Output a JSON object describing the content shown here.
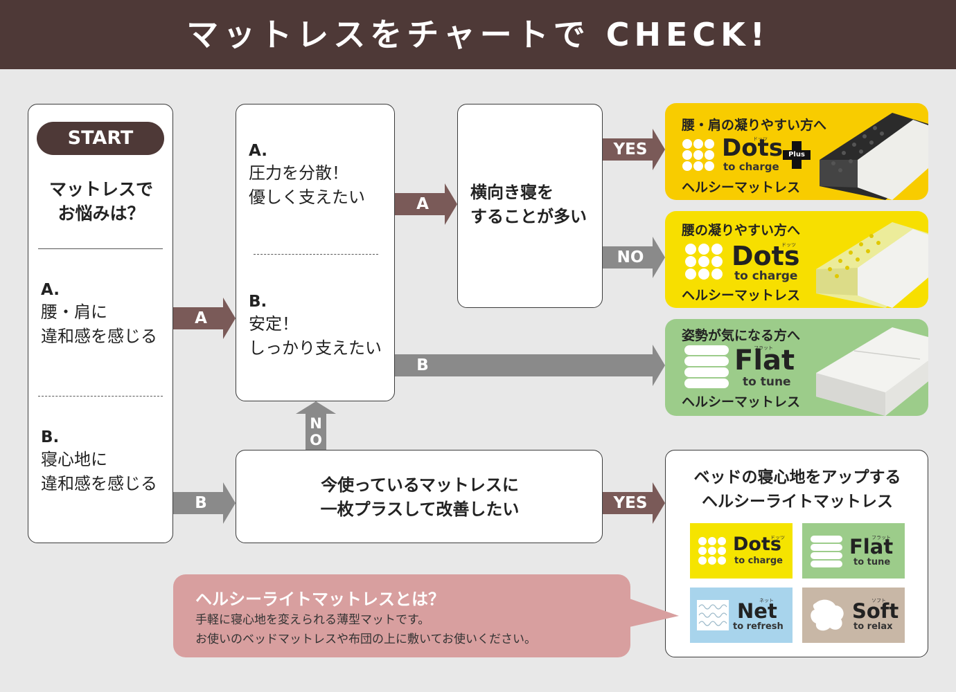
{
  "header": {
    "title": "マットレスをチャートで CHECK!"
  },
  "start": {
    "badge": "START",
    "question": [
      "マットレスで",
      "お悩みは？"
    ],
    "option_a": {
      "letter": "A.",
      "lines": [
        "腰・肩に",
        "違和感を感じる"
      ]
    },
    "option_b": {
      "letter": "B.",
      "lines": [
        "寝心地に",
        "違和感を感じる"
      ]
    }
  },
  "q2": {
    "option_a": {
      "letter": "A.",
      "lines": [
        "圧力を分散！",
        "優しく支えたい"
      ]
    },
    "option_b": {
      "letter": "B.",
      "lines": [
        "安定！",
        "しっかり支えたい"
      ]
    }
  },
  "q3": {
    "lines": [
      "横向き寝を",
      "することが多い"
    ]
  },
  "q4": {
    "lines": [
      "今使っているマットレスに",
      "一枚プラスして改善したい"
    ]
  },
  "arrows": {
    "start_a": "A",
    "start_b": "B",
    "q2_a": "A",
    "q2_b": "B",
    "q3_yes": "YES",
    "q3_no": "NO",
    "q4_no": "NO",
    "q4_yes": "YES"
  },
  "results": [
    {
      "heading": "腰・肩の凝りやすい方へ",
      "name": "Dots",
      "ruby": "ドッツ",
      "badge": "Plus",
      "sub": "to charge",
      "footer": "ヘルシーマットレス",
      "bg": "#f8cc00"
    },
    {
      "heading": "腰の凝りやすい方へ",
      "name": "Dots",
      "ruby": "ドッツ",
      "sub": "to charge",
      "footer": "ヘルシーマットレス",
      "bg": "#f7df00"
    },
    {
      "heading": "姿勢が気になる方へ",
      "name": "Flat",
      "ruby": "フラット",
      "sub": "to tune",
      "footer": "ヘルシーマットレス",
      "bg": "#9ccc8a"
    }
  ],
  "light": {
    "title": [
      "ベッドの寝心地をアップする",
      "ヘルシーライトマットレス"
    ],
    "tiles": [
      {
        "name": "Dots",
        "ruby": "ドッツ",
        "sub": "to charge",
        "bg": "#f5e400",
        "icon": "dots-icon"
      },
      {
        "name": "Flat",
        "ruby": "フラット",
        "sub": "to tune",
        "bg": "#9ccc8a",
        "icon": "flat-layers-icon"
      },
      {
        "name": "Net",
        "ruby": "ネット",
        "sub": "to refresh",
        "bg": "#a8d4ec",
        "icon": "net-coil-icon"
      },
      {
        "name": "Soft",
        "ruby": "ソフト",
        "sub": "to relax",
        "bg": "#c8b7a6",
        "icon": "soft-blob-icon"
      }
    ]
  },
  "info": {
    "title": "ヘルシーライトマットレスとは？",
    "lines": [
      "手軽に寝心地を変えられる薄型マットです。",
      "お使いのベッドマットレスや布団の上に敷いてお使いください。"
    ],
    "bg": "#d89f9f"
  },
  "colors": {
    "brown": "#4e3937",
    "arrow_brown": "#7a5a58",
    "arrow_gray": "#8a8a8a"
  }
}
